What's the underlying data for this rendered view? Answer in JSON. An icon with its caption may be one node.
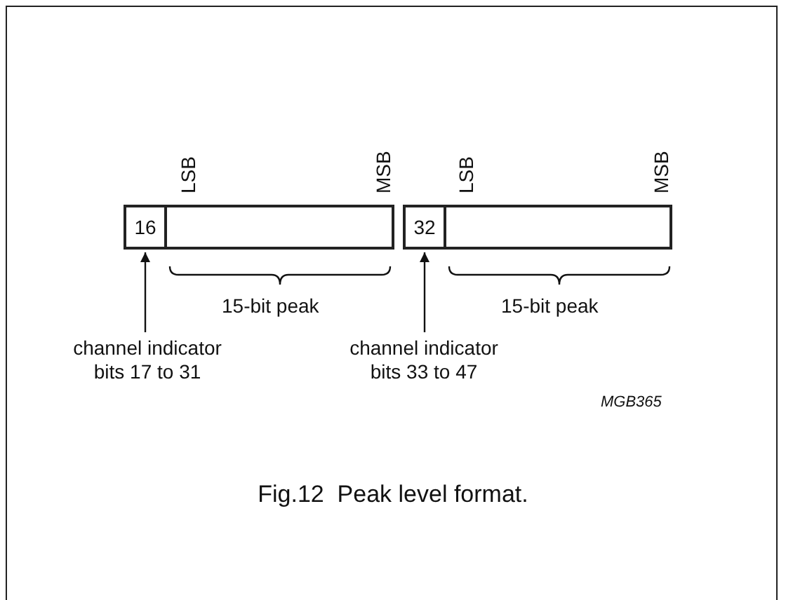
{
  "diagram": {
    "caption": "Fig.12  Peak level format.",
    "nodes": [
      {
        "text": [
          "16"
        ]
      },
      {
        "text": [],
        "shape": "box"
      },
      {
        "text": [
          "channel indicator bits 17 to 31"
        ]
      },
      {
        "text": [
          "32"
        ]
      },
      {
        "text": [],
        "shape": "box"
      },
      {
        "text": [
          "channel indicator bits 33 to 47"
        ]
      }
    ],
    "edges": [
      {
        "from": 2,
        "to": 0,
        "arrow": "to"
      },
      {
        "from": 5,
        "to": 3,
        "arrow": "to"
      }
    ],
    "labels": [
      "LSB",
      "MSB",
      "LSB",
      "MSB",
      "15-bit peak",
      "15-bit peak",
      "MGB365"
    ]
  }
}
